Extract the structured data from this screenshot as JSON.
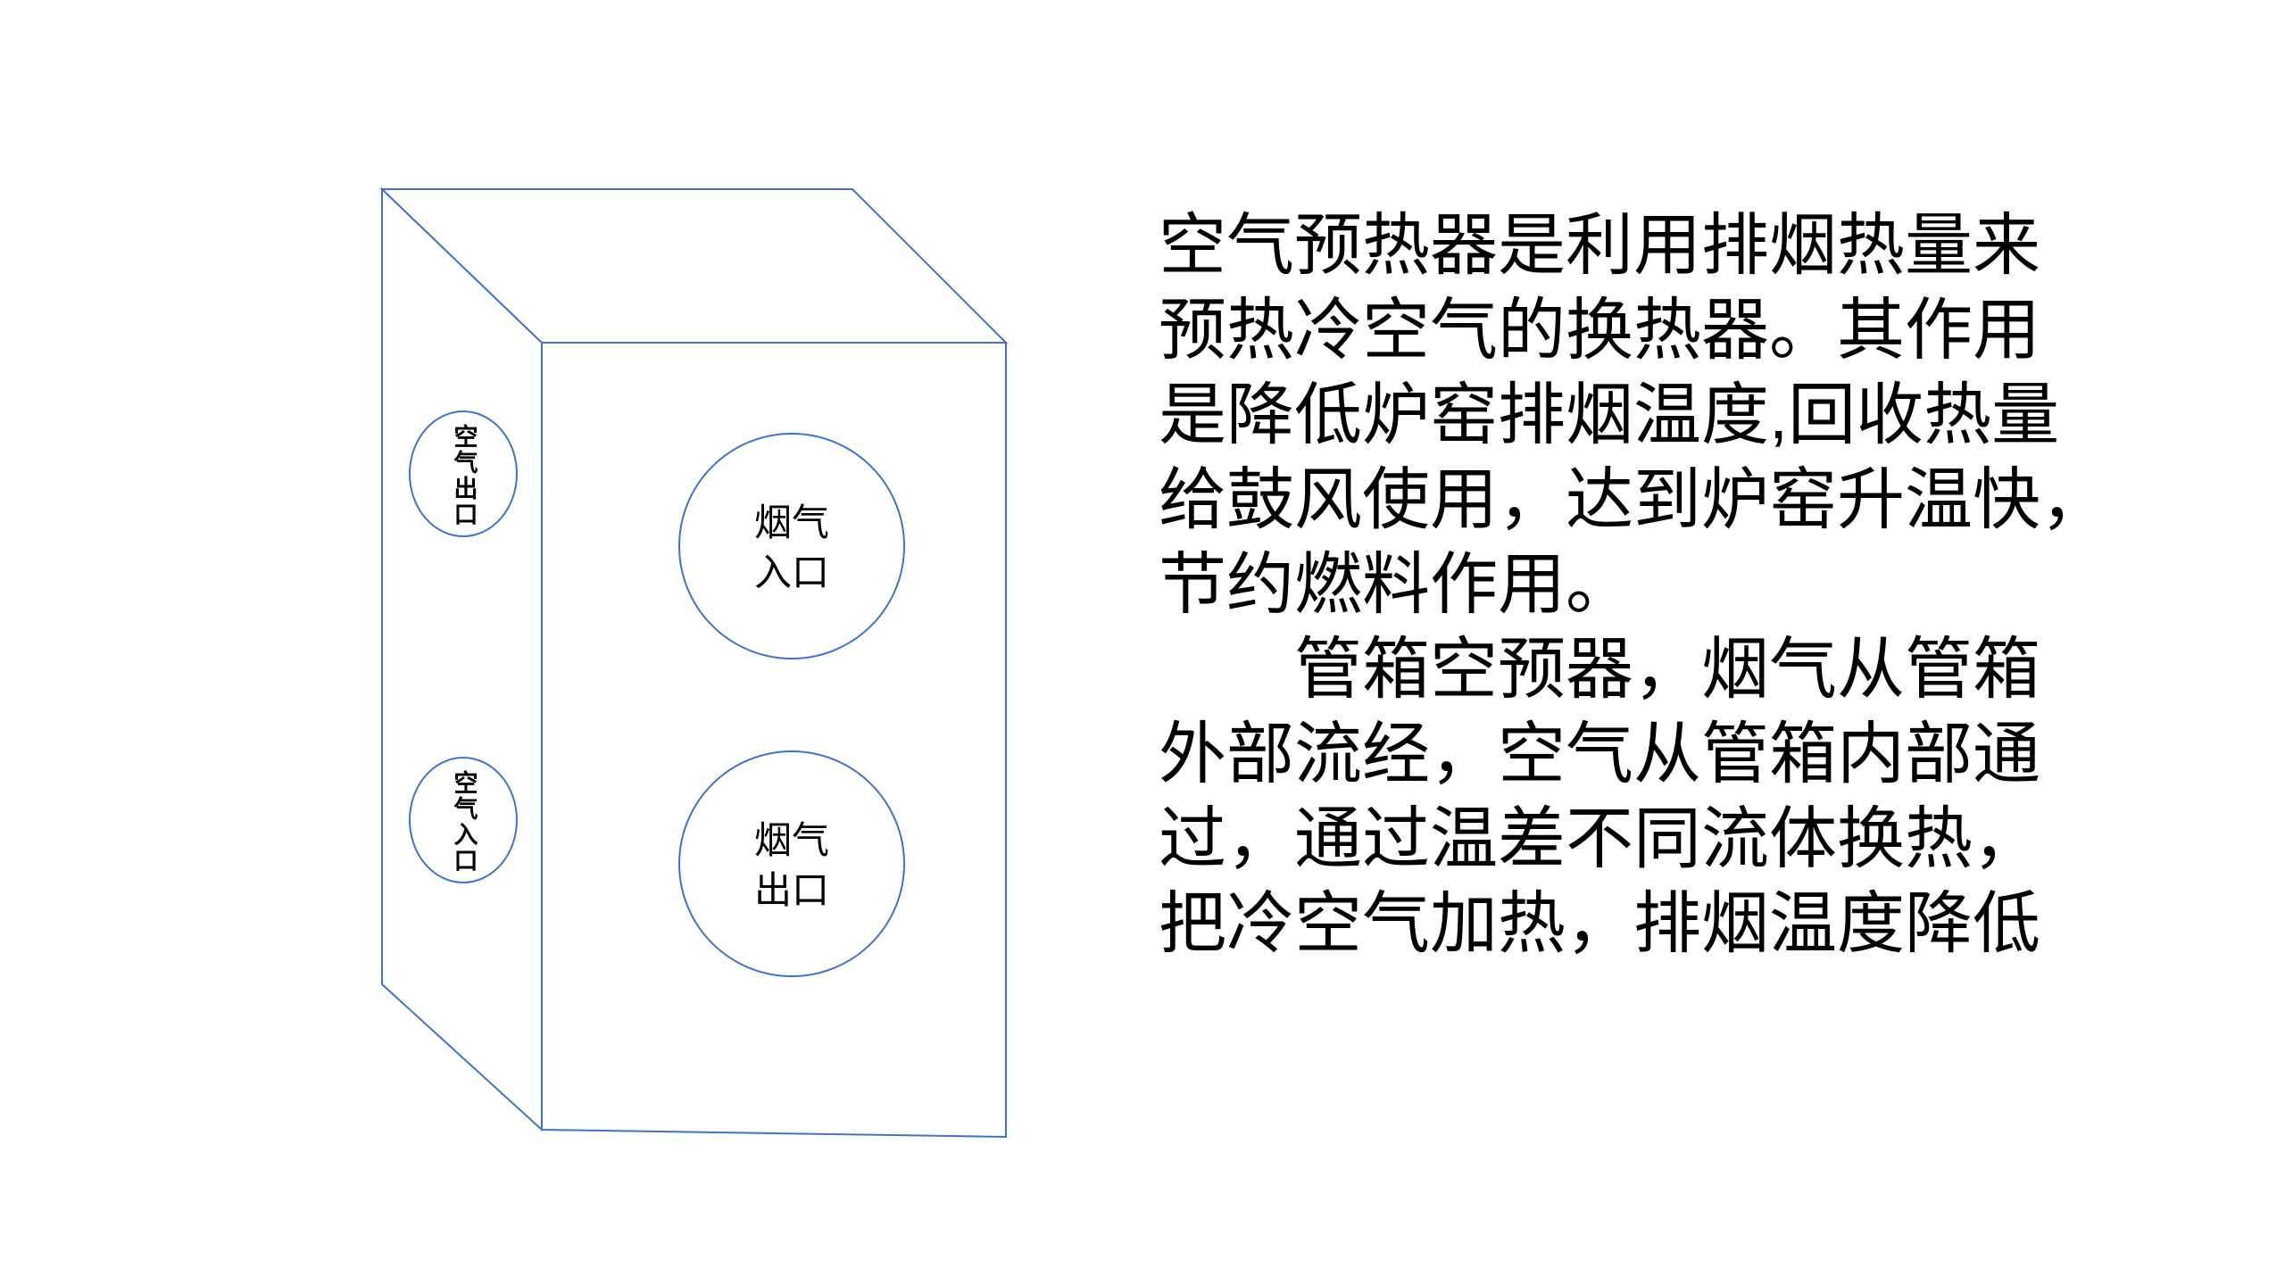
{
  "slide": {
    "background_color": "#ffffff"
  },
  "diagram": {
    "stroke_color": "#4472c4",
    "front_ports": [
      {
        "line1": "烟气",
        "line2": "入口"
      },
      {
        "line1": "烟气",
        "line2": "出口"
      }
    ],
    "side_ports": [
      {
        "label": "空气出口"
      },
      {
        "label": "空气入口"
      }
    ]
  },
  "description": {
    "lines": [
      "空气预热器是利用排烟热量来",
      "预热冷空气的换热器。其作用",
      "是降低炉窑排烟温度,回收热量",
      "给鼓风使用，达到炉窑升温快，",
      "节约燃料作用。",
      "　　管箱空预器，烟气从管箱",
      "外部流经，空气从管箱内部通",
      "过，通过温差不同流体换热，",
      "把冷空气加热，排烟温度降低"
    ]
  }
}
